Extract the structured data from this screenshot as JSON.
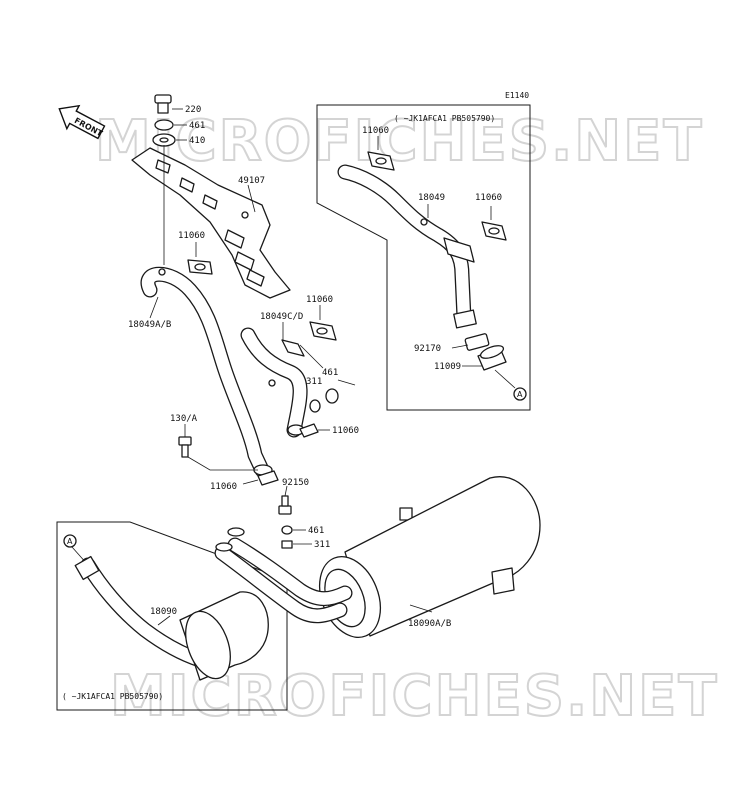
{
  "diagram": {
    "ref_code": "E1140",
    "front_arrow_label": "FRONT",
    "watermark": "MICROFICHES.NET",
    "serial_note_top": "( ~JK1AFCA1 PB505790)",
    "serial_note_bottom": "( ~JK1AFCA1 PB505790)",
    "connector_label": "A",
    "parts": {
      "bolt_220": "220",
      "washer_461_top": "461",
      "washer_410": "410",
      "heat_shield_49107": "49107",
      "gasket_11060_left": "11060",
      "pipe_18049ab": "18049A/B",
      "pipe_18049cd": "18049C/D",
      "gasket_11060_mid": "11060",
      "nut_461_mid": "461",
      "nut_311_mid": "311",
      "gasket_11060_lower": "11060",
      "bolt_130a": "130/A",
      "gasket_11060_bottom": "11060",
      "stud_92150": "92150",
      "nut_461_low": "461",
      "nut_311_low": "311",
      "muffler_18090ab": "18090A/B",
      "muffler_18090": "18090",
      "gasket_11060_inset_top": "11060",
      "pipe_18049_inset": "18049",
      "gasket_11060_inset_right": "11060",
      "clamp_92170": "92170",
      "sleeve_11009": "11009"
    }
  }
}
